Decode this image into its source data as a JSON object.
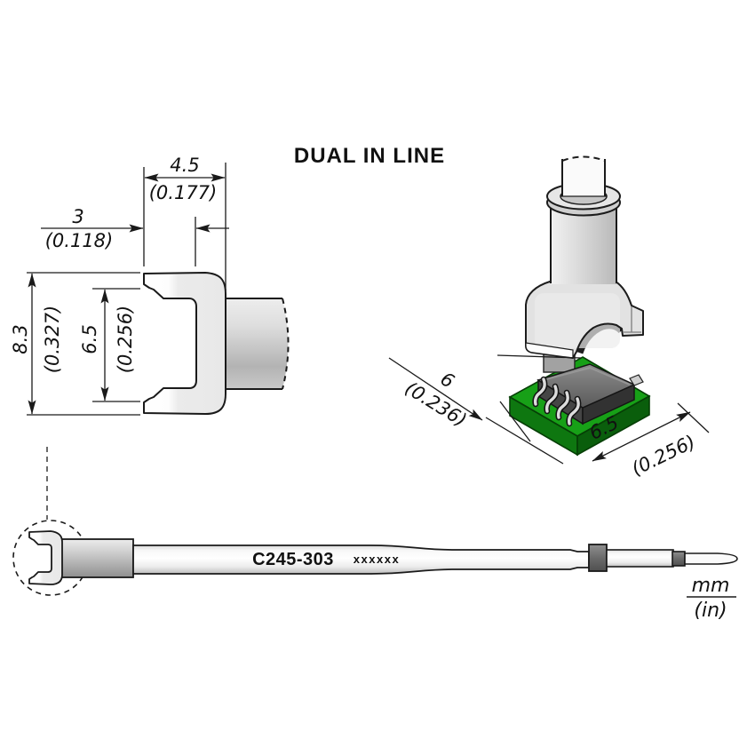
{
  "title": "DUAL IN LINE",
  "front_view": {
    "tip_length": {
      "mm": "4.5",
      "in": "(0.177)"
    },
    "contact_depth": {
      "mm": "3",
      "in": "(0.118)"
    },
    "outer_height": {
      "mm": "8.3",
      "in": "(0.327)"
    },
    "inner_height": {
      "mm": "6.5",
      "in": "(0.256)"
    }
  },
  "iso_view": {
    "package_length": {
      "mm": "6",
      "in": "(0.236)"
    },
    "package_width": {
      "mm": "6.5",
      "in": "(0.256)"
    }
  },
  "cartridge": {
    "model": "C245-303",
    "marking": "xxxxxx"
  },
  "units": {
    "numerator": "mm",
    "denominator": "(in)"
  },
  "colors": {
    "pcb_top": "#17A017",
    "pcb_front": "#0E7710",
    "pcb_side": "#0A5E0C",
    "line": "#1a1a1a"
  }
}
